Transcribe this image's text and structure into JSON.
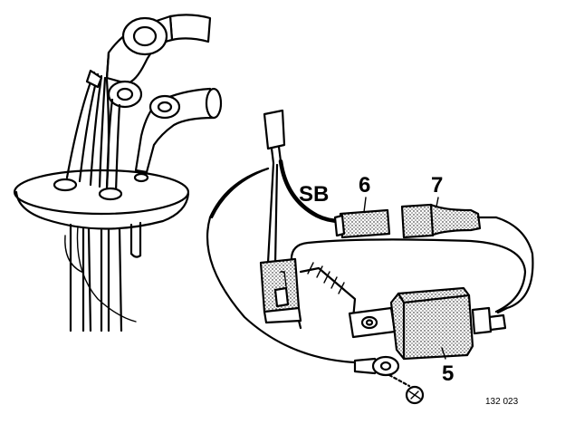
{
  "labels": {
    "sb": "SB",
    "part_6": "6",
    "part_7": "7",
    "part_5": "5",
    "figure_ref": "132 023"
  },
  "colors": {
    "ink": "#000000",
    "paper": "#ffffff"
  }
}
